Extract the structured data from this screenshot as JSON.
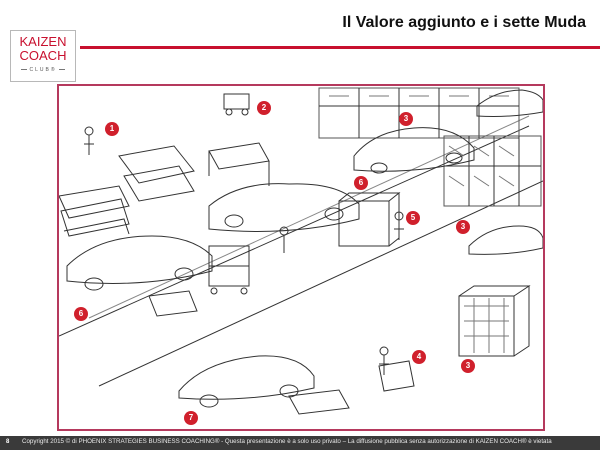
{
  "slide": {
    "title": "Il Valore aggiunto e i sette Muda",
    "page_number": "8",
    "footer_text": "Copyright 2015 © di PHOENIX STRATEGIES BUSINESS COACHING® - Questa presentazione è a solo uso privato – La diffusione pubblica senza autorizzazione di KAIZEN COACH® è vietata"
  },
  "logo": {
    "line1": "KAIZEN",
    "line2": "COACH",
    "line3": "CLUB®"
  },
  "illustration": {
    "markers": [
      {
        "id": "m1",
        "label": "1"
      },
      {
        "id": "m2",
        "label": "2"
      },
      {
        "id": "m3a",
        "label": "3"
      },
      {
        "id": "m3b",
        "label": "3"
      },
      {
        "id": "m3c",
        "label": "3"
      },
      {
        "id": "m4",
        "label": "4"
      },
      {
        "id": "m5",
        "label": "5"
      },
      {
        "id": "m6a",
        "label": "6"
      },
      {
        "id": "m6b",
        "label": "6"
      },
      {
        "id": "m7",
        "label": "7"
      }
    ]
  },
  "colors": {
    "brand_red": "#c8102e",
    "frame": "#b5395d",
    "footer_bg": "#3a3a3a"
  }
}
